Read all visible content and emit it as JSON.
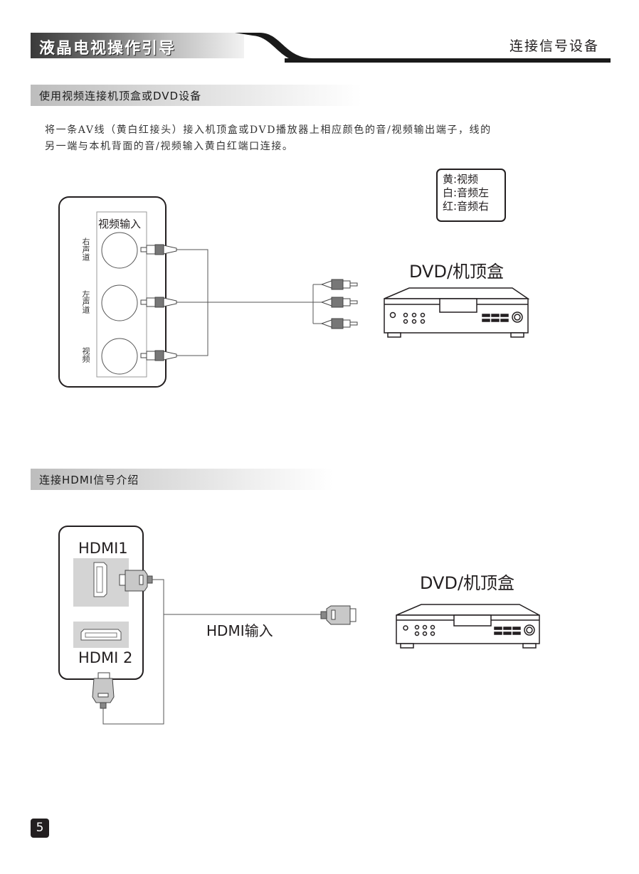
{
  "header": {
    "title": "液晶电视操作引导",
    "section": "连接信号设备"
  },
  "section_av": {
    "heading": "使用视频连接机顶盒或DVD设备",
    "paragraph_lines": [
      "将一条AV线（黄白红接头）接入机顶盒或DVD播放器上相应颜色的音/视频输出端子，线的",
      "另一端与本机背面的音/视频输入黄白红端口连接。"
    ],
    "legend": [
      "黄:视频",
      "白:音频左",
      "红:音频右"
    ],
    "tv_panel": {
      "title": "视频输入",
      "ports": [
        "右声道",
        "左声道",
        "视频"
      ]
    },
    "device_label": "DVD/机顶盒"
  },
  "section_hdmi": {
    "heading": "连接HDMI信号介绍",
    "tv_panel": {
      "port1_label": "HDMI1",
      "port2_label": "HDMI 2"
    },
    "cable_label": "HDMI输入",
    "device_label": "DVD/机顶盒"
  },
  "footer": {
    "page_number": "5"
  }
}
